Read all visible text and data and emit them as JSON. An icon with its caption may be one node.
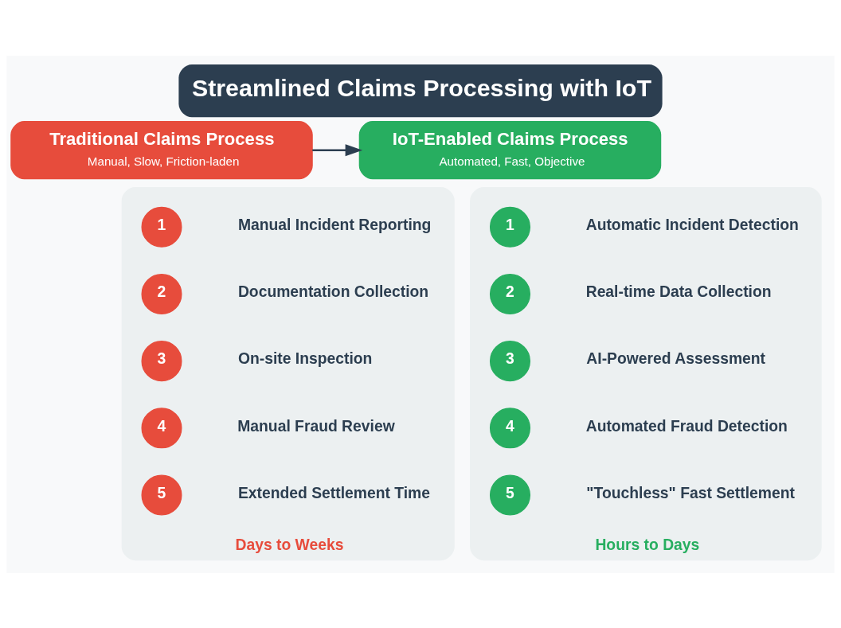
{
  "diagram": {
    "title": "Streamlined Claims Processing with IoT",
    "nodes": [
      {
        "text": [
          "Traditional Claims Process",
          "Manual, Slow, Friction-laden"
        ]
      },
      {
        "text": [
          "IoT-Enabled Claims Process",
          "Automated, Fast, Objective"
        ]
      },
      {
        "text": [
          "Days to Weeks"
        ]
      },
      {
        "text": [
          "1"
        ],
        "in": 2,
        "beside": [
          "Manual Incident Reporting"
        ]
      },
      {
        "text": [
          "2"
        ],
        "in": 2,
        "beside": [
          "Documentation Collection"
        ]
      },
      {
        "text": [
          "3"
        ],
        "in": 2,
        "beside": [
          "On-site Inspection"
        ]
      },
      {
        "text": [
          "4"
        ],
        "in": 2,
        "beside": [
          "Manual Fraud Review"
        ]
      },
      {
        "text": [
          "5"
        ],
        "in": 2,
        "beside": [
          "Extended Settlement Time"
        ]
      },
      {
        "text": [
          "Hours to Days"
        ]
      },
      {
        "text": [
          "1"
        ],
        "in": 8,
        "beside": [
          "Automatic Incident Detection"
        ]
      },
      {
        "text": [
          "2"
        ],
        "in": 8,
        "beside": [
          "Real-time Data Collection"
        ]
      },
      {
        "text": [
          "3"
        ],
        "in": 8,
        "beside": [
          "AI-Powered Assessment"
        ]
      },
      {
        "text": [
          "4"
        ],
        "in": 8,
        "beside": [
          "Automated Fraud Detection"
        ]
      },
      {
        "text": [
          "5"
        ],
        "in": 8,
        "beside": [
          "\"Touchless\" Fast Settlement"
        ]
      }
    ],
    "edges": [
      {
        "from": 0,
        "to": 1,
        "arrow": "to"
      }
    ]
  }
}
